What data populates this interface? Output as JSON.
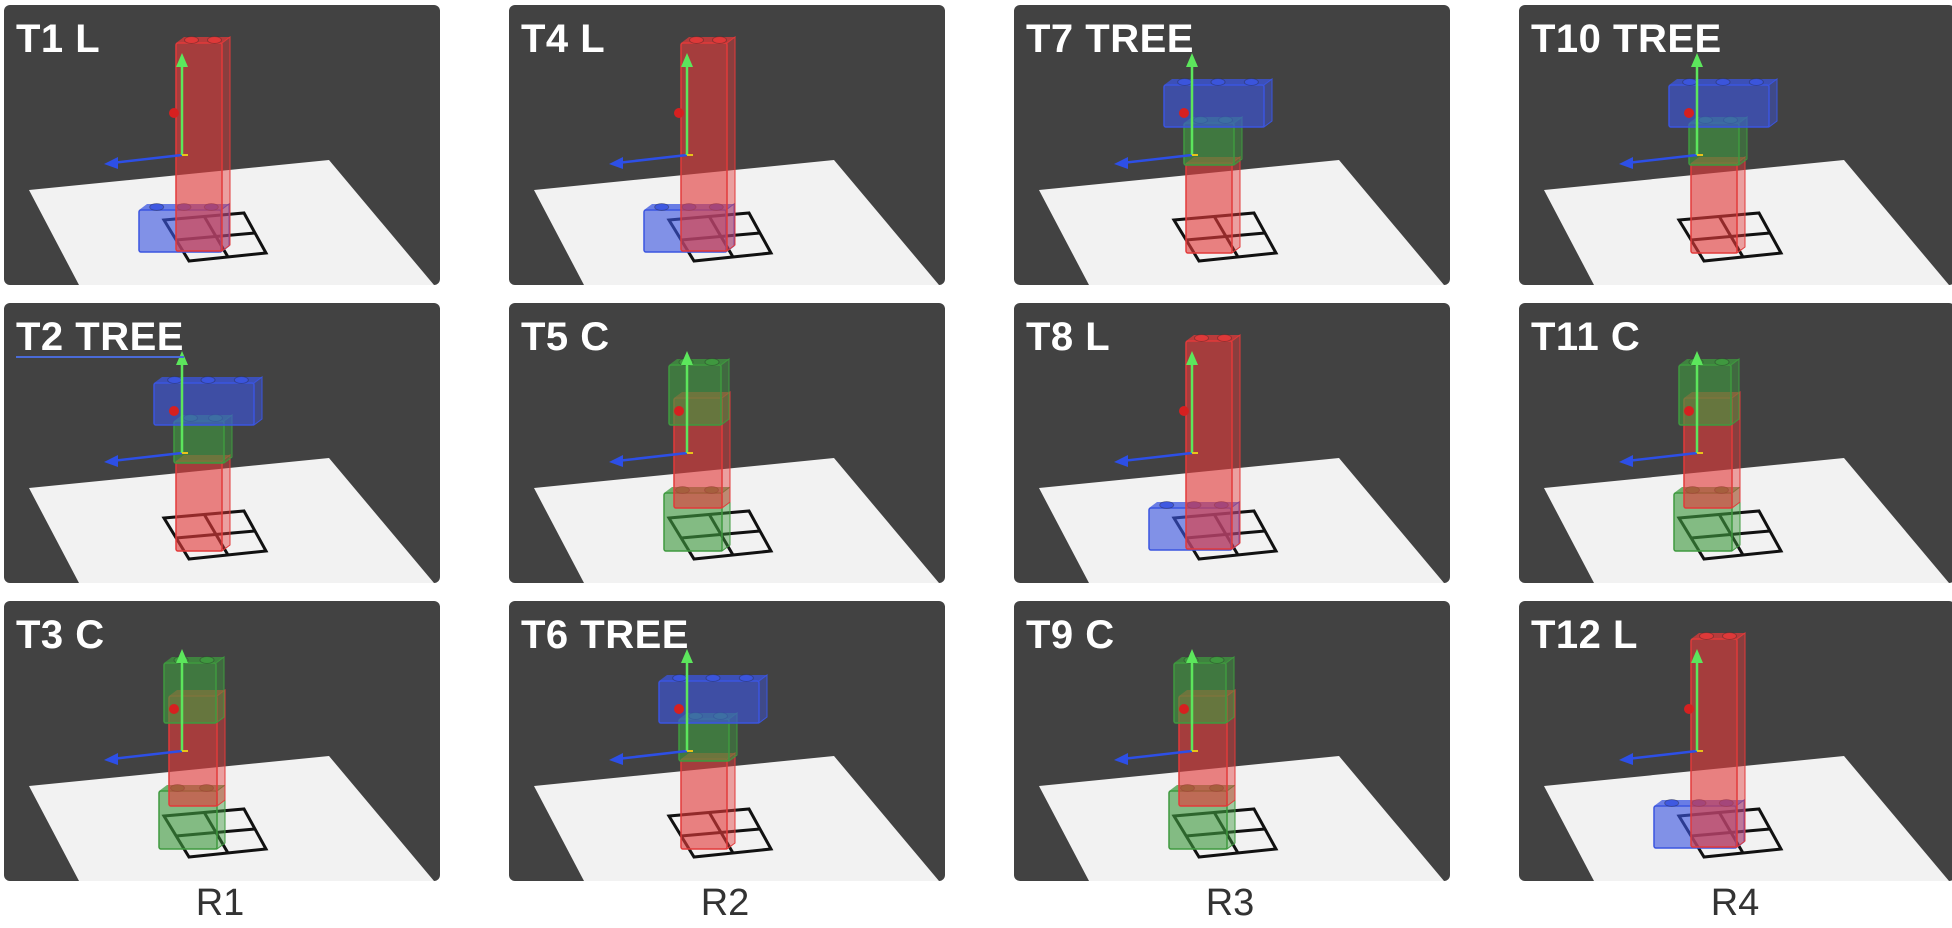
{
  "panels": [
    {
      "label": "T1 L",
      "shape": "L"
    },
    {
      "label": "T4 L",
      "shape": "L"
    },
    {
      "label": "T7 TREE",
      "shape": "TREE"
    },
    {
      "label": "T10 TREE",
      "shape": "TREE"
    },
    {
      "label": "T2 TREE",
      "shape": "TREE"
    },
    {
      "label": "T5 C",
      "shape": "C"
    },
    {
      "label": "T8 L",
      "shape": "L"
    },
    {
      "label": "T11 C",
      "shape": "C"
    },
    {
      "label": "T3 C",
      "shape": "C"
    },
    {
      "label": "T6 TREE",
      "shape": "TREE"
    },
    {
      "label": "T9 C",
      "shape": "C"
    },
    {
      "label": "T12 L",
      "shape": "L"
    }
  ],
  "columns": [
    "R1",
    "R2",
    "R3",
    "R4"
  ],
  "colors": {
    "panel_bg": "#424242",
    "floor": "#f2f2f2",
    "red_block": "#e23a3a",
    "blue_block": "#3b55e0",
    "green_block": "#3f9a3f",
    "axis_x": "#2d4fe6",
    "axis_y": "#5ce65c",
    "axis_z": "#e8c21a",
    "origin": "#d62020"
  },
  "icons": [
    "target-grid-icon",
    "coordinate-axes-icon"
  ]
}
